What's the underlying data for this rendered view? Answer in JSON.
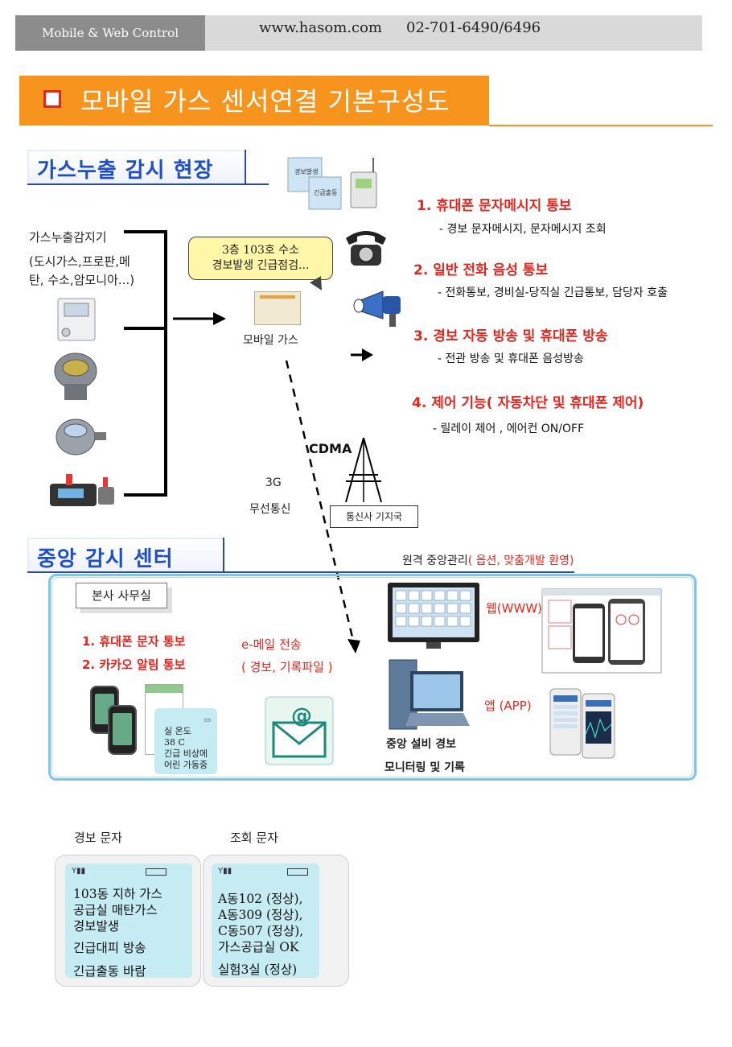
{
  "header": {
    "tag": "Mobile & Web Control",
    "website": "www.hasom.com",
    "phone": "02-701-6490/6496"
  },
  "title": "모바일 가스 센서연결 기본구성도",
  "site_section": {
    "heading": "가스누출 감시 현장",
    "detector_label": "가스누출감지기",
    "detector_types": [
      "(도시가스,프로판,메",
      "탄, 수소,암모니아...)"
    ],
    "bubble_lines": [
      "3층 103호 수소",
      "경보발생 긴급점검..."
    ],
    "device_label": "모바일 가스",
    "cdma_label": "CDMA",
    "wireless_lines": [
      "3G",
      "무선통신"
    ],
    "base_station_label": "통신사 기지국",
    "sms_box_lines": [
      "경보발생",
      "긴급출동"
    ]
  },
  "features": [
    {
      "title": "1. 휴대폰 문자메시지  통보",
      "desc": "- 경보 문자메시지, 문자메시지 조회"
    },
    {
      "title": "2. 일반 전화 음성 통보",
      "desc": "- 전화통보, 경비실-당직실 긴급통보, 담당자 호출"
    },
    {
      "title": "3. 경보 자동 방송 및 휴대폰 방송",
      "desc": "- 전관 방송 및 휴대폰 음성방송"
    },
    {
      "title": "4. 제어 기능(  자동차단 및 휴대폰 제어)",
      "desc": "- 릴레이 제어 , 에어컨 ON/OFF"
    }
  ],
  "center_section": {
    "heading": "중앙 감시 센터",
    "remote_label": "원격 중앙관리",
    "remote_note": "( 옵션, 맞춤개발 환영)",
    "office_tab": "본사 사무실",
    "office_items": [
      "1.  휴대폰 문자 통보",
      "2.  카카오 알림 통보"
    ],
    "email_lines": [
      "e-메일 전송",
      "( 경보, 기록파일 )"
    ],
    "web_label": "웹(WWW)",
    "app_label": "앱  (APP)",
    "monitor_lines": [
      "중앙 설비 경보",
      "모니터링 및 기록"
    ],
    "phone_snippet": [
      "실 온도",
      "38 C",
      "긴급 비상에",
      "어린 가동중"
    ]
  },
  "sms_examples": [
    {
      "label": "경보 문자",
      "lines": [
        "103동 지하 가스",
        "공급실 매탄가스",
        "경보발생",
        "긴급대피 방송",
        "긴급출동 바람"
      ]
    },
    {
      "label": "조회 문자",
      "lines": [
        "A동102 (정상),",
        "A동309 (정상),",
        "C동507 (정상),",
        "가스공급실 OK",
        "실험3실 (정상)"
      ]
    }
  ],
  "colors": {
    "accent_orange": "#f7941d",
    "alert_red": "#e5261f",
    "section_blue": "#1f4fc6",
    "frame_blue": "#7cc6ee",
    "sms_screen": "#c5ebf3"
  }
}
